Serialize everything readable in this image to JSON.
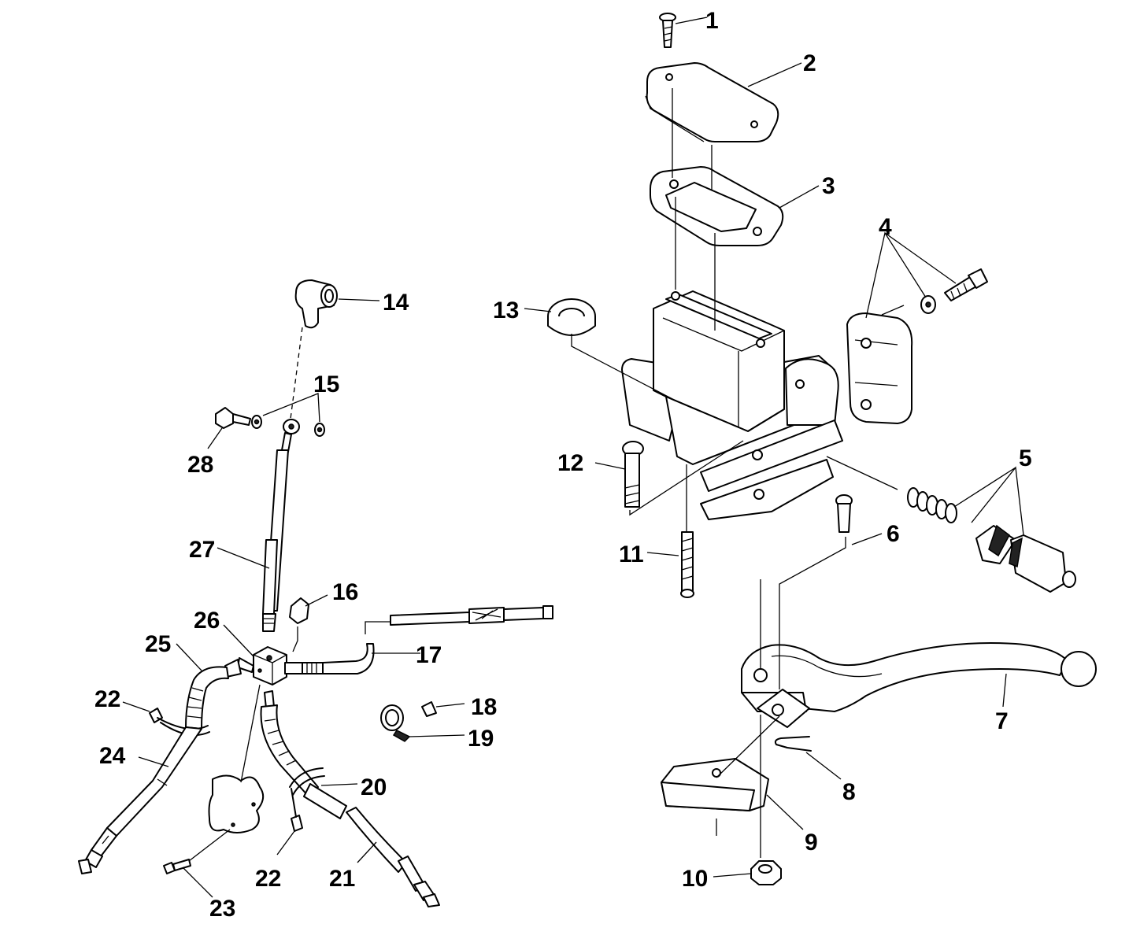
{
  "callouts": [
    {
      "id": "1",
      "text": "1"
    },
    {
      "id": "2",
      "text": "2"
    },
    {
      "id": "3",
      "text": "3"
    },
    {
      "id": "4",
      "text": "4"
    },
    {
      "id": "5",
      "text": "5"
    },
    {
      "id": "6",
      "text": "6"
    },
    {
      "id": "7",
      "text": "7"
    },
    {
      "id": "8",
      "text": "8"
    },
    {
      "id": "9",
      "text": "9"
    },
    {
      "id": "10",
      "text": "10"
    },
    {
      "id": "11",
      "text": "11"
    },
    {
      "id": "12",
      "text": "12"
    },
    {
      "id": "13",
      "text": "13"
    },
    {
      "id": "14",
      "text": "14"
    },
    {
      "id": "15",
      "text": "15"
    },
    {
      "id": "16",
      "text": "16"
    },
    {
      "id": "17",
      "text": "17"
    },
    {
      "id": "18",
      "text": "18"
    },
    {
      "id": "19",
      "text": "19"
    },
    {
      "id": "20",
      "text": "20"
    },
    {
      "id": "21",
      "text": "21"
    },
    {
      "id": "22a",
      "text": "22"
    },
    {
      "id": "22b",
      "text": "22"
    },
    {
      "id": "23",
      "text": "23"
    },
    {
      "id": "24",
      "text": "24"
    },
    {
      "id": "25",
      "text": "25"
    },
    {
      "id": "26",
      "text": "26"
    },
    {
      "id": "27",
      "text": "27"
    },
    {
      "id": "28",
      "text": "28"
    }
  ]
}
